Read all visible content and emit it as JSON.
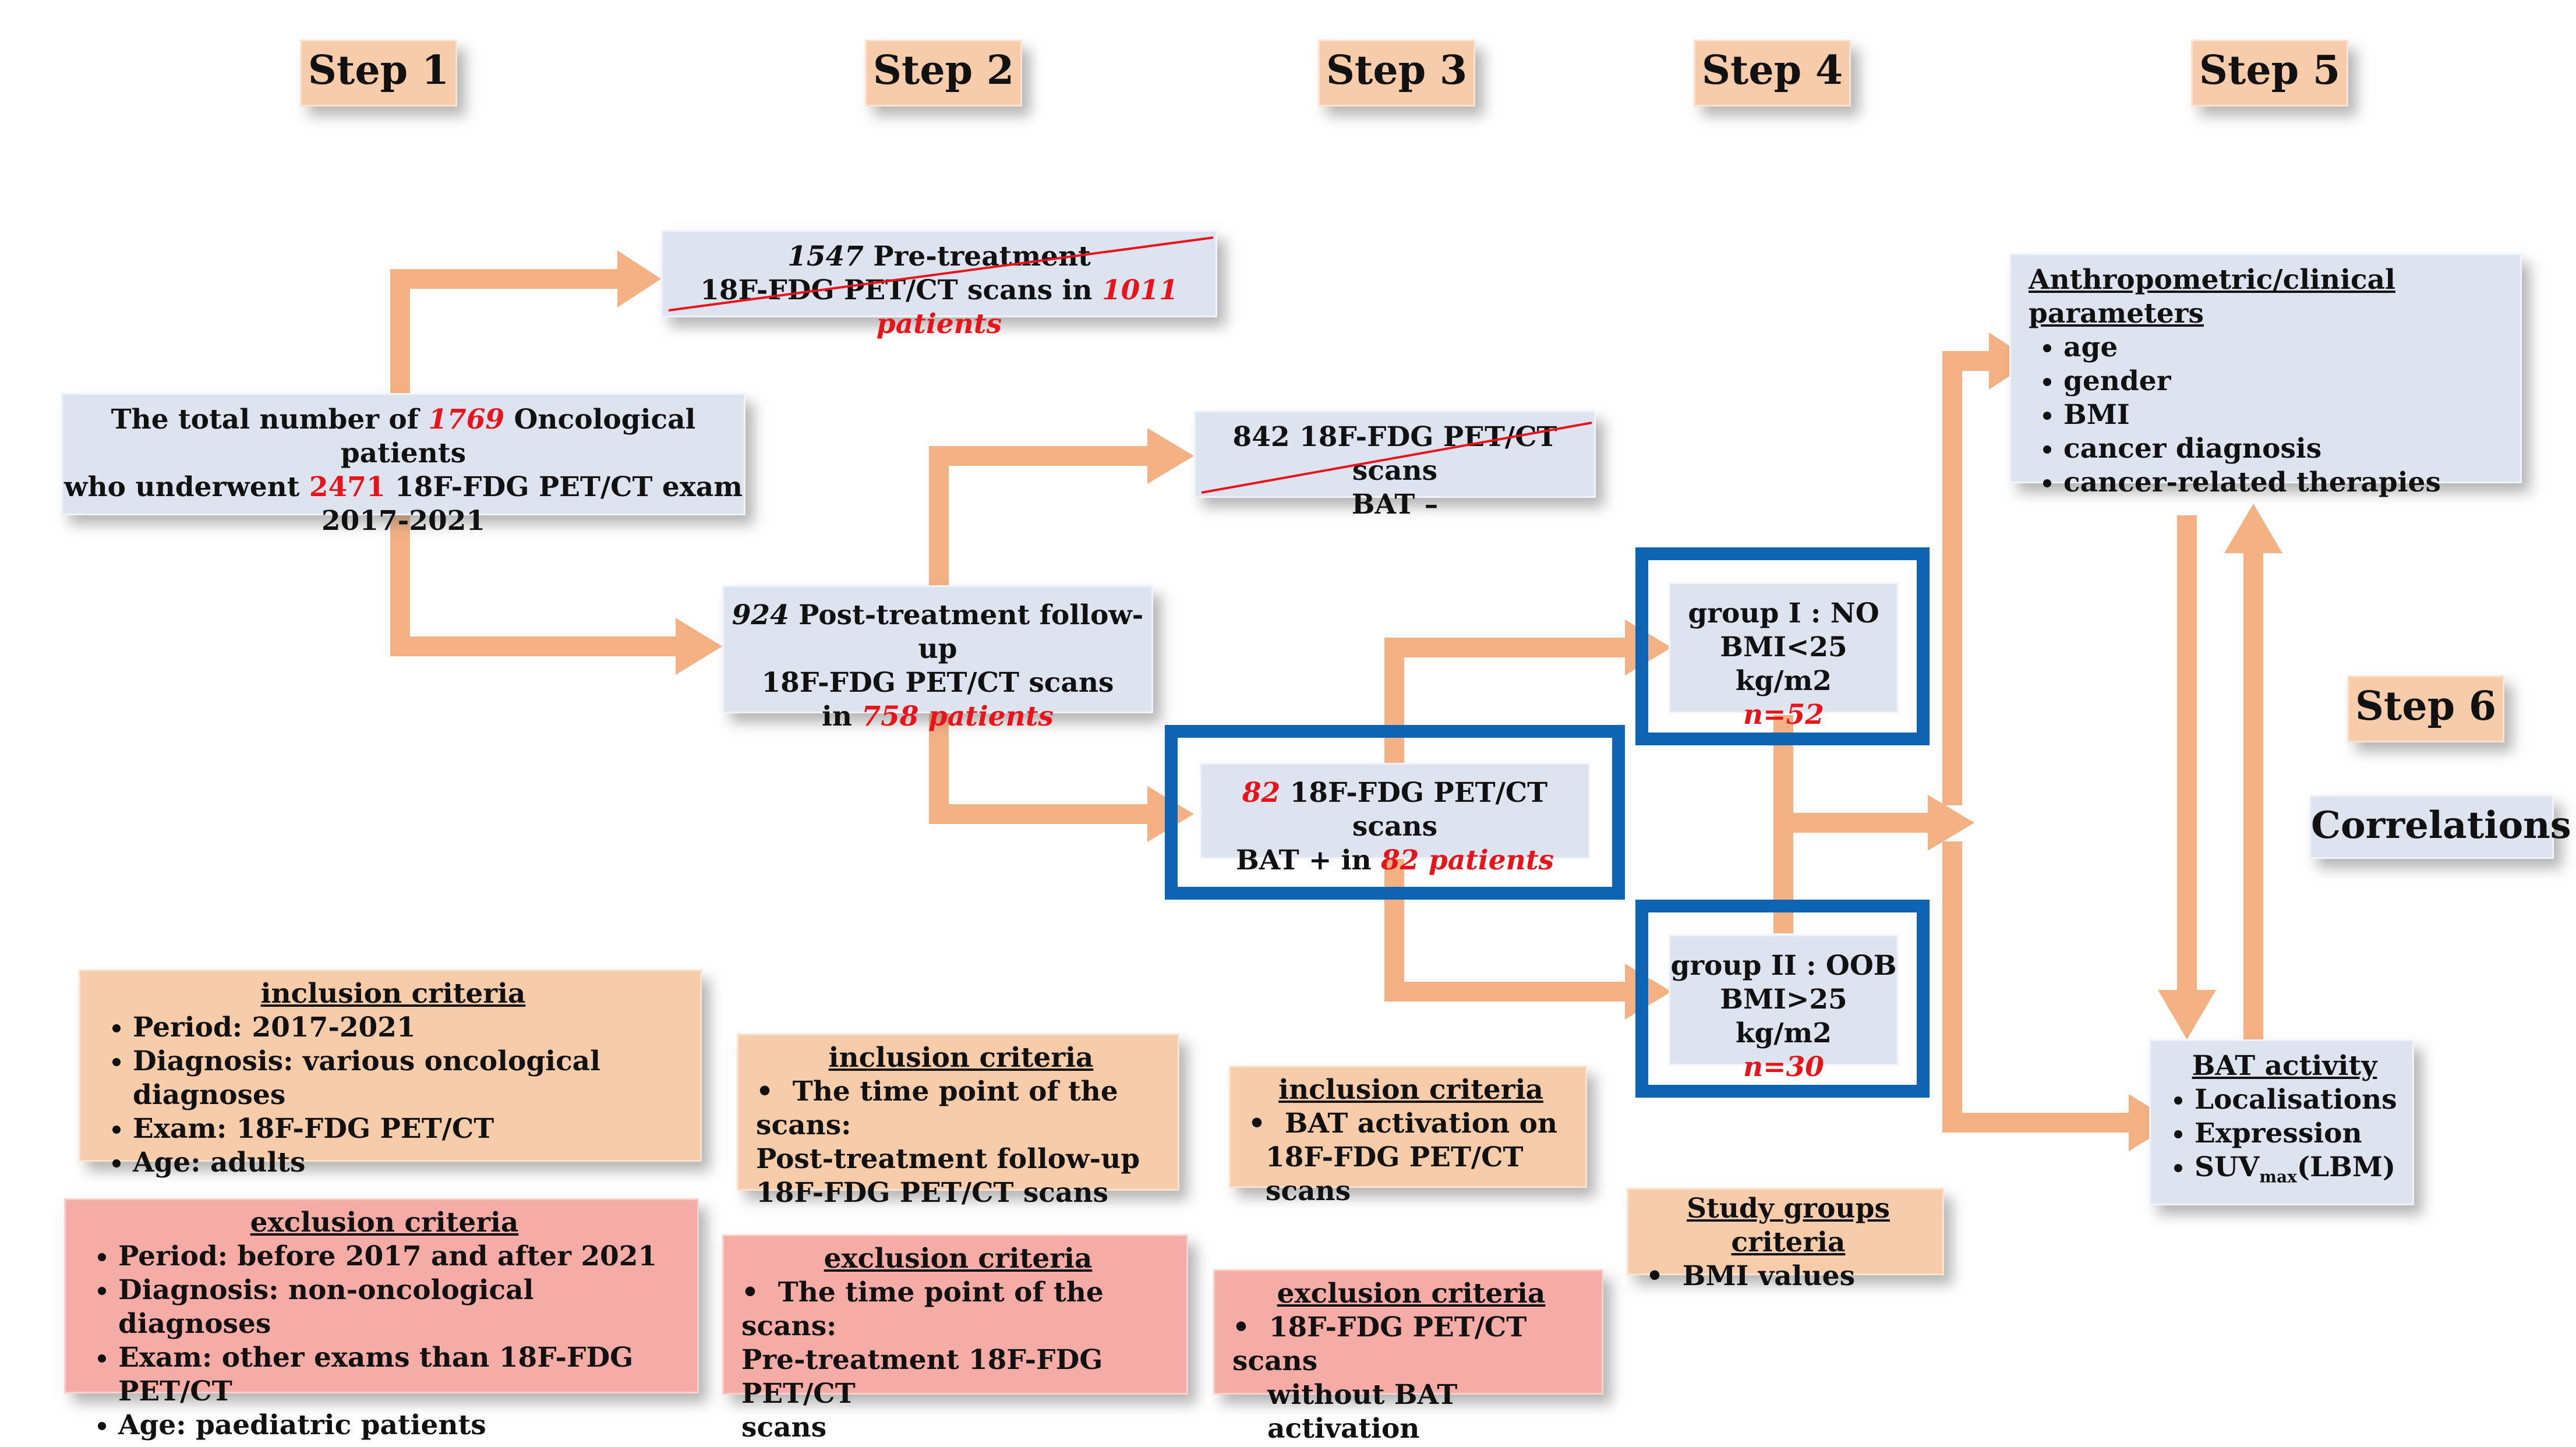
{
  "steps": [
    "Step 1",
    "Step 2",
    "Step 3",
    "Step 4",
    "Step 5",
    "Step 6"
  ],
  "correlations": "Correlations",
  "total": {
    "l1_a": "The total number of ",
    "l1_n": "1769",
    "l1_b": " Oncological patients",
    "l2_a": "who underwent ",
    "l2_n": "2471",
    "l2_b": " 18F-FDG PET/CT exam",
    "l3": "2017-2021"
  },
  "pre": {
    "l1_n": "1547",
    "l1_b": " Pre-treatment",
    "l2_a": "18F-FDG PET/CT scans in ",
    "l2_n": "1011 patients"
  },
  "post": {
    "l1_n": "924",
    "l1_b": " Post-treatment follow-up",
    "l2": "18F-FDG PET/CT scans",
    "l3_a": "in ",
    "l3_n": "758 patients"
  },
  "batneg": {
    "l1": "842 18F-FDG PET/CT scans",
    "l2": "BAT –"
  },
  "batpos": {
    "l1_n": "82",
    "l1_b": " 18F-FDG PET/CT scans",
    "l2_a": "BAT + in ",
    "l2_n": "82 patients"
  },
  "group1": {
    "l1": "group I : NO",
    "l2": "BMI<25 kg/m2",
    "n": "n=52"
  },
  "group2": {
    "l1": "group II : OOB",
    "l2": "BMI>25 kg/m2",
    "n": "n=30"
  },
  "anthro": {
    "title": "Anthropometric/clinical parameters",
    "items": [
      "age",
      "gender",
      "BMI",
      "cancer diagnosis",
      "cancer-related therapies"
    ]
  },
  "batact": {
    "title": "BAT activity",
    "items": [
      "Localisations",
      "Expression"
    ],
    "suv": "SUV",
    "suv_sub": "max",
    "suv_tail": "(LBM)"
  },
  "inc1": {
    "title": "inclusion criteria",
    "items": [
      "Period: 2017-2021",
      "Diagnosis: various oncological diagnoses",
      "Exam: 18F-FDG PET/CT",
      "Age: adults"
    ]
  },
  "exc1": {
    "title": "exclusion criteria",
    "items": [
      "Period: before 2017 and after 2021",
      "Diagnosis: non-oncological diagnoses",
      "Exam: other exams than 18F-FDG PET/CT",
      "Age: paediatric patients"
    ]
  },
  "inc2": {
    "title": "inclusion criteria",
    "l1": "The time point of the scans:",
    "l2": "Post-treatment follow-up",
    "l3": "18F-FDG PET/CT scans"
  },
  "exc2": {
    "title": "exclusion criteria",
    "l1": "The time point of the scans:",
    "l2": "Pre-treatment 18F-FDG PET/CT",
    "l3": "scans"
  },
  "inc3": {
    "title": "inclusion criteria",
    "l1": "BAT activation on",
    "l2": "18F-FDG PET/CT scans"
  },
  "exc3": {
    "title": "exclusion criteria",
    "l1": "18F-FDG PET/CT scans",
    "l2": "without BAT activation"
  },
  "sgc": {
    "title": "Study groups criteria",
    "items": [
      "BMI values"
    ]
  },
  "colors": {
    "blue_box": "#dde3ef",
    "peach_box": "#f7ccab",
    "pink_box": "#f6aca6",
    "arrow": "#f4b183",
    "frame": "#0e64b3",
    "highlight_number": "#e8141c"
  }
}
